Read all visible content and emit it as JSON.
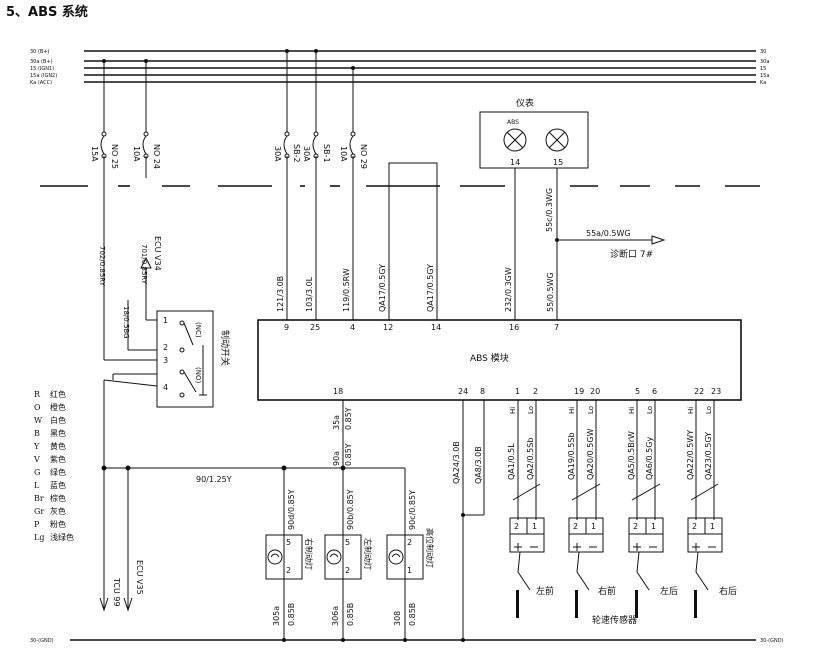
{
  "title": "5、ABS 系统",
  "bus": {
    "labels_left": [
      "30 (B+)",
      "30a (B+)",
      "15 (IGN1)",
      "15a (IGN2)",
      "Ka (ACC)"
    ],
    "labels_right": [
      "30",
      "30a",
      "15",
      "15a",
      "Ka"
    ]
  },
  "fuses": [
    {
      "name": "NO 25",
      "rating": "15A"
    },
    {
      "name": "NO 24",
      "rating": "10A"
    },
    {
      "name": "SB-2",
      "rating": "30A"
    },
    {
      "name": "SB-1",
      "rating": "30A"
    },
    {
      "name": "NO 29",
      "rating": "10A"
    }
  ],
  "instrument": {
    "title": "仪表",
    "lamp_label": "ABS",
    "pins": [
      "14",
      "15"
    ]
  },
  "diag": {
    "wire": "55c/0.3WG",
    "branch": "55a/0.5WG",
    "label": "诊断口 7#"
  },
  "ecu_v34": "ECU V34",
  "ecu_v35": "ECU V35",
  "tcu": "TCU 99",
  "brake_switch": {
    "label": "制动开关",
    "nc": "(NC)",
    "no": "(NO)",
    "pins": [
      "1",
      "2",
      "3",
      "4"
    ]
  },
  "brake_wires": [
    "702/0.85RY",
    "701/0.85RY",
    "18/0.5BG"
  ],
  "abs_module": {
    "label": "ABS 模块",
    "top_pins": [
      "9",
      "25",
      "4",
      "12",
      "14",
      "16",
      "7"
    ],
    "top_wires": [
      "121/3.0B",
      "103/3.0L",
      "119/0.5RW",
      "QA17/0.5GY",
      "QA17/0.5GY",
      "232/0.3GW",
      "55/0.5WG"
    ],
    "bottom_pins": [
      "18",
      "24",
      "8",
      "1",
      "2",
      "19",
      "20",
      "5",
      "6",
      "22",
      "23"
    ]
  },
  "gnd_wires": [
    "QA24/3.0B",
    "QA8/3.0B"
  ],
  "sensor_wires": [
    "QA1/0.5L",
    "QA2/0.5Sb",
    "QA19/0.5Sb",
    "QA20/0.5GW",
    "QA5/0.5BrW",
    "QA6/0.5Gy",
    "QA22/0.5WY",
    "QA23/0.5GY"
  ],
  "hi_lo": [
    "Hi",
    "Lo"
  ],
  "sensors": {
    "names": [
      "左前",
      "右前",
      "左后",
      "右后"
    ],
    "group": "轮速传感器",
    "pins": [
      "2",
      "1"
    ]
  },
  "lamps": {
    "main_wire": "90/1.25Y",
    "w35a": "35a",
    "w35a_spec": "0.85Y",
    "w90a": "90a",
    "w90a_spec": "0.85Y",
    "wires": [
      "90d/0.85Y",
      "90b/0.85Y",
      "90c/0.85Y"
    ],
    "names": [
      "右制动灯",
      "左制动灯",
      "高位制动灯"
    ],
    "pins": [
      [
        "5",
        "2"
      ],
      [
        "5",
        "2"
      ],
      [
        "2",
        "1"
      ]
    ],
    "bottom_wires": [
      [
        "305a",
        "0.85B"
      ],
      [
        "306a",
        "0.85B"
      ],
      [
        "308",
        "0.85B"
      ]
    ]
  },
  "legend": [
    [
      "R",
      "红色"
    ],
    [
      "O",
      "橙色"
    ],
    [
      "W",
      "白色"
    ],
    [
      "B",
      "黑色"
    ],
    [
      "Y",
      "黄色"
    ],
    [
      "V",
      "紫色"
    ],
    [
      "G",
      "绿色"
    ],
    [
      "L",
      "蓝色"
    ],
    [
      "Br",
      "棕色"
    ],
    [
      "Gr",
      "灰色"
    ],
    [
      "P",
      "粉色"
    ],
    [
      "Lg",
      "浅绿色"
    ]
  ],
  "ground": {
    "left": "30-(GND)",
    "right": "30-(GND)"
  }
}
